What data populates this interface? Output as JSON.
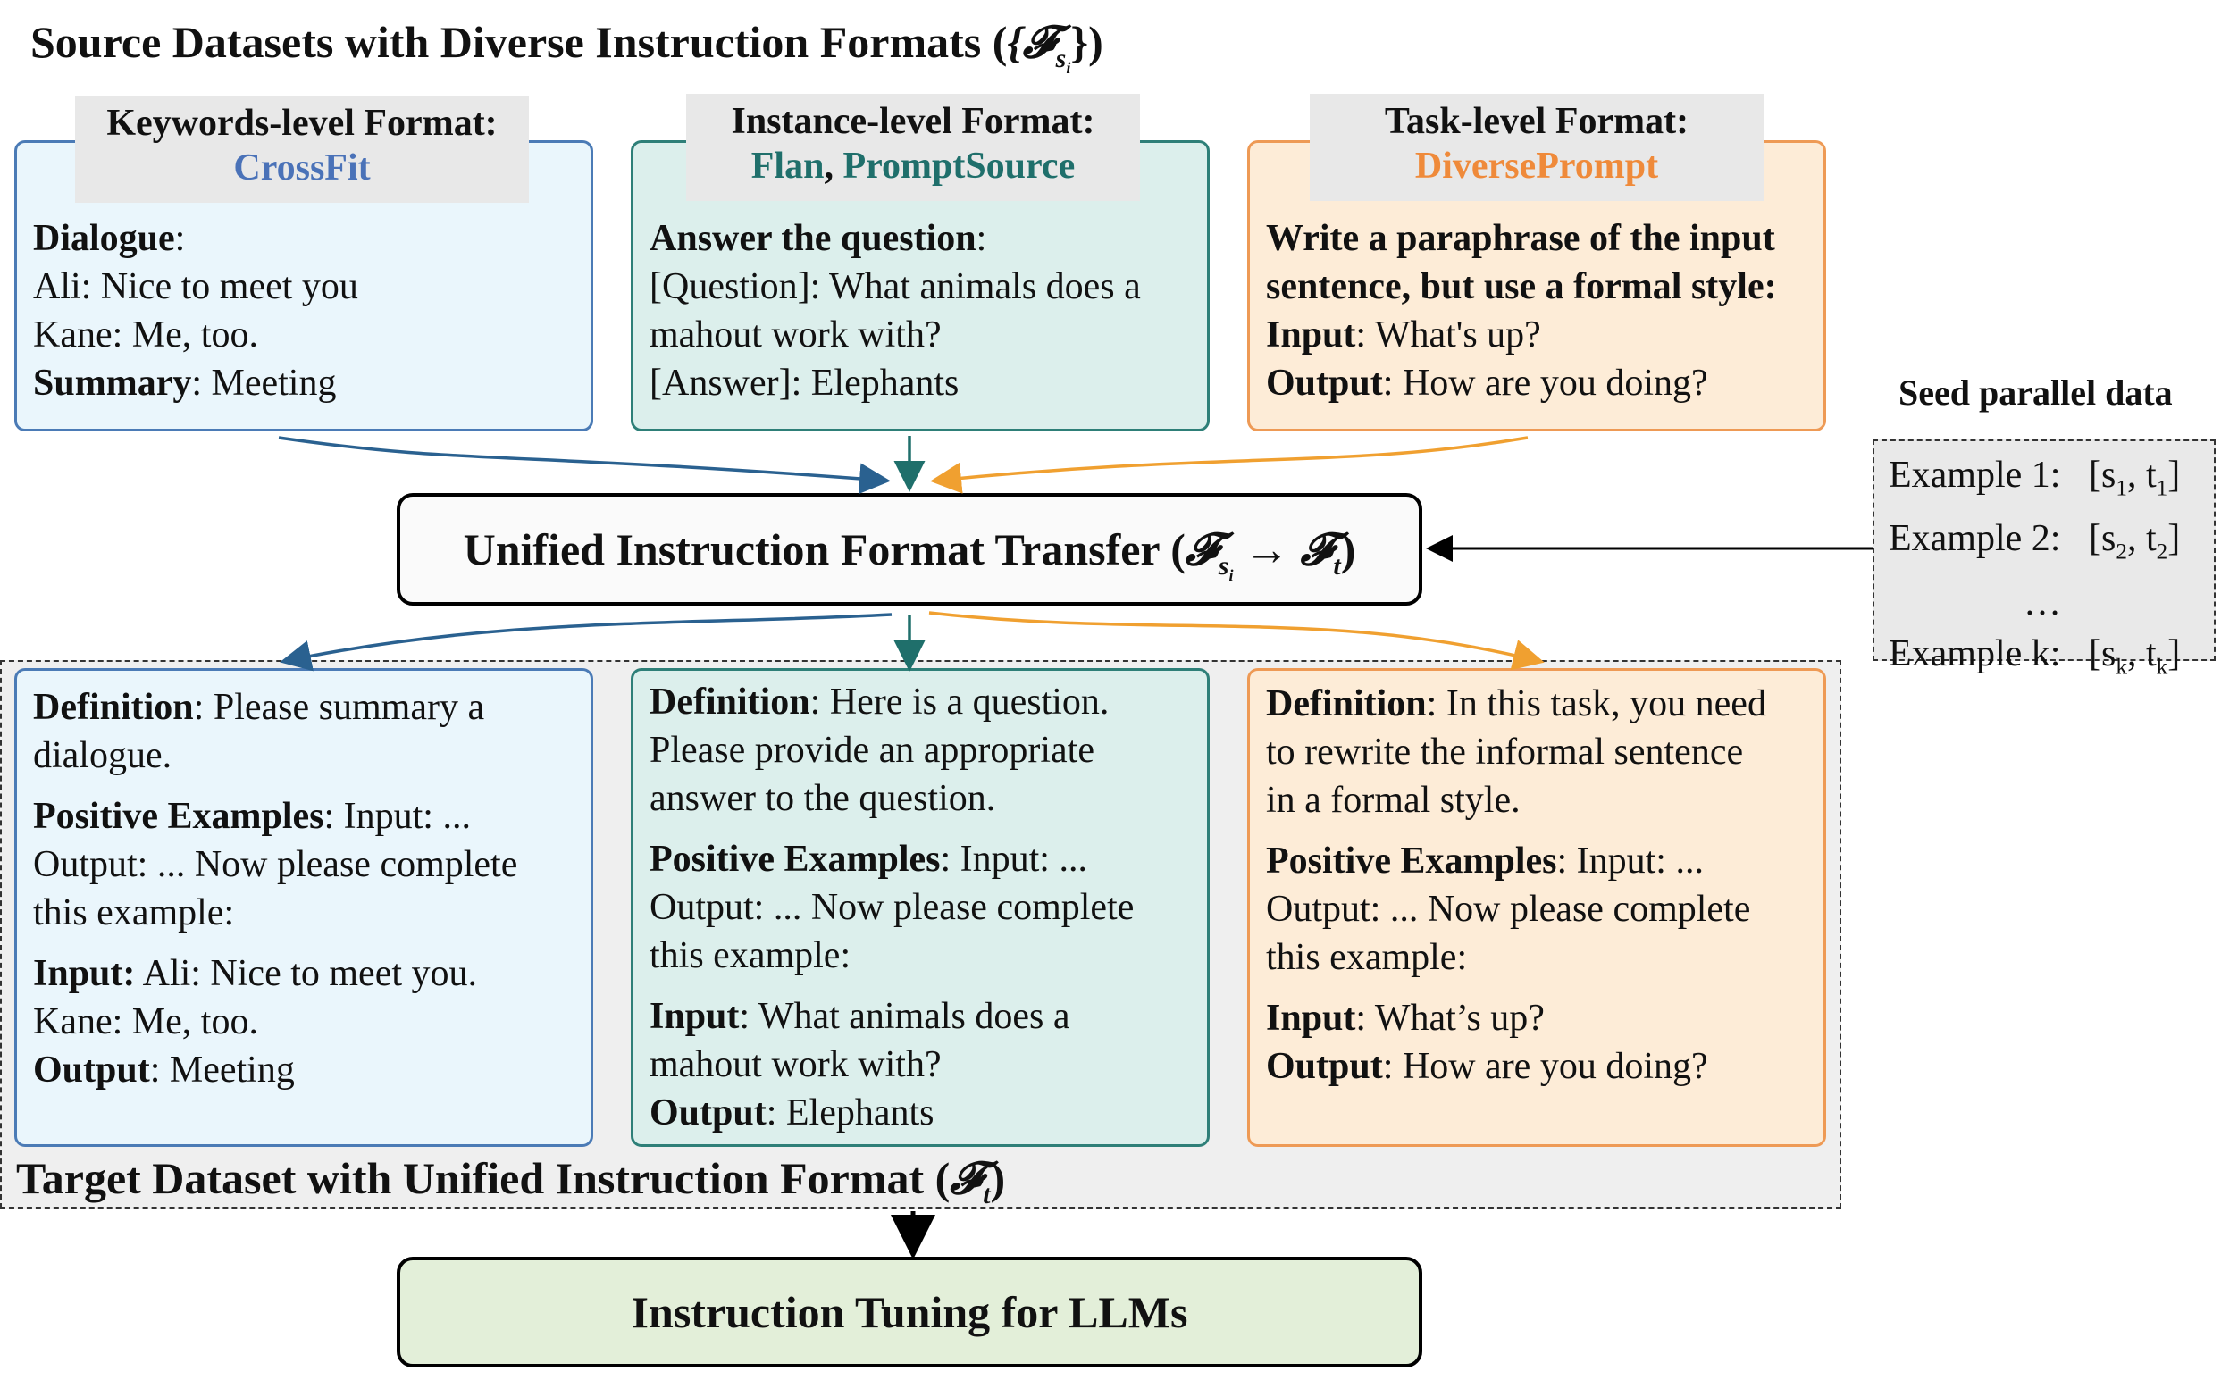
{
  "title": {
    "text": "Source Datasets with Diverse Instruction Formats (",
    "math": "{𝓕",
    "sub": "s",
    "subsub": "i",
    "close": "})"
  },
  "source": {
    "keywords": {
      "header": "Keywords-level Format:",
      "dataset": "CrossFit",
      "l1k": "Dialogue",
      "l1t": ":",
      "l2": "Ali: Nice to meet you",
      "l3": "Kane: Me, too.",
      "l4k": "Summary",
      "l4t": ": Meeting"
    },
    "instance": {
      "header": "Instance-level Format:",
      "dataset1": "Flan",
      "sep": ", ",
      "dataset2": "PromptSource",
      "l1k": "Answer the question",
      "l1t": ":",
      "l2": "[Question]: What animals does a",
      "l3": "mahout work with?",
      "l4": "[Answer]: Elephants"
    },
    "task": {
      "header": "Task-level Format:",
      "dataset": "DiversePrompt",
      "l1": "Write a paraphrase of the input",
      "l2": "sentence, but use a formal style:",
      "l3k": "Input",
      "l3t": ": What's up?",
      "l4k": "Output",
      "l4t": ": How are you doing?"
    }
  },
  "transfer": {
    "text": "Unified Instruction Format Transfer (",
    "f1": "𝓕",
    "s": "s",
    "i": "i",
    "arrow": " → ",
    "f2": "𝓕",
    "t": "t",
    "close": ")"
  },
  "seed": {
    "title": "Seed parallel data",
    "rows": [
      {
        "label": "Example 1:",
        "val": "[s",
        "sub1": "1",
        "mid": ", t",
        "sub2": "1",
        "end": "]"
      },
      {
        "label": "Example 2:",
        "val": "[s",
        "sub1": "2",
        "mid": ", t",
        "sub2": "2",
        "end": "]"
      },
      {
        "label": "Example k:",
        "val": "[s",
        "sub1": "k",
        "mid": ", t",
        "sub2": "k",
        "end": "]"
      }
    ],
    "ellipsis": "…"
  },
  "target": {
    "keywords": {
      "defk": "Definition",
      "def1": ": Please summary a",
      "def2": "dialogue.",
      "posk": "Positive Examples",
      "pos1": ": Input: ...",
      "pos2": "Output: ... Now please complete",
      "pos3": "this example:",
      "ink": "Input:",
      "in1": " Ali: Nice to meet you.",
      "in2": "Kane: Me, too.",
      "outk": "Output",
      "out1": ": Meeting"
    },
    "instance": {
      "defk": "Definition",
      "def1": ": Here is a question.",
      "def2": "Please provide an appropriate",
      "def3": "answer to the question.",
      "posk": "Positive Examples",
      "pos1": ": Input: ...",
      "pos2": "Output: ... Now please complete",
      "pos3": "this example:",
      "ink": "Input",
      "in1": ": What animals does a",
      "in2": "mahout work with?",
      "outk": "Output",
      "out1": ": Elephants"
    },
    "task": {
      "defk": "Definition",
      "def1": ": In this task, you need",
      "def2": "to rewrite the informal sentence",
      "def3": "in a formal style.",
      "posk": "Positive Examples",
      "pos1": ": Input: ...",
      "pos2": "Output: ... Now please complete",
      "pos3": "this example:",
      "ink": "Input",
      "in1": ": What’s up?",
      "outk": "Output",
      "out1": ": How are you doing?"
    }
  },
  "target_title": {
    "text": "Target Dataset with Unified Instruction Format (",
    "f": "𝓕",
    "t": "t",
    "close": ")"
  },
  "tuning": {
    "text": "Instruction Tuning for LLMs"
  },
  "colors": {
    "blue": "#4b7bb6",
    "teal": "#2e7f78",
    "orange": "#ee9a55",
    "arrow_blue": "#2a6190",
    "arrow_teal": "#1f6f6b",
    "arrow_orange": "#f0a030"
  }
}
